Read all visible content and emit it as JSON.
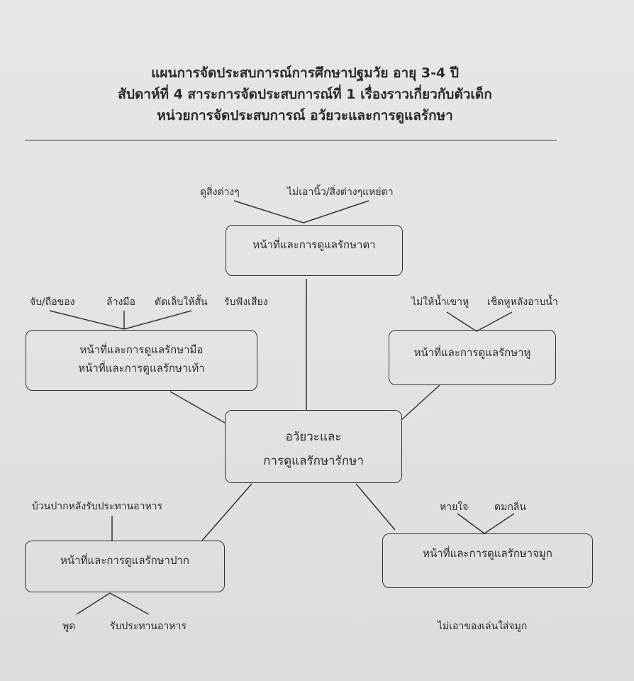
{
  "header": {
    "line1": "แผนการจัดประสบการณ์การศึกษาปฐมวัย  อายุ 3-4 ปี",
    "line2": "สัปดาห์ที่ 4  สาระการจัดประสบการณ์ที่  1  เรื่องราวเกี่ยวกับตัวเด็ก",
    "line3": "หน่วยการจัดประสบการณ์  อวัยวะและการดูแลรักษา"
  },
  "center": {
    "line1": "อวัยวะและ",
    "line2": "การดูแลรักษารักษา"
  },
  "eye": {
    "title": "หน้าที่และการดูแลรักษาตา",
    "items": [
      "ดูสิ่งต่างๆ",
      "ไม่เอานิ้ว/สิ่งต่างๆแหย่ตา"
    ]
  },
  "hand": {
    "title1": "หน้าที่และการดูแลรักษามือ",
    "title2": "หน้าที่และการดูแลรักษาเท้า",
    "items": [
      "จับ/ถือของ",
      "ล้างมือ",
      "ตัดเล็บให้สั้น",
      "รับฟังเสียง"
    ]
  },
  "ear": {
    "title": "หน้าที่และการดูแลรักษาหู",
    "items": [
      "ไม่ให้น้ำเขาหู",
      "เช็ดหูหลังอาบน้ำ"
    ]
  },
  "mouth": {
    "title": "หน้าที่และการดูแลรักษาปาก",
    "top_item": "บ้วนปากหลังรับประทานอาหาร",
    "items": [
      "พูด",
      "รับประทานอาหาร"
    ]
  },
  "nose": {
    "title": "หน้าที่และการดูแลรักษาจมูก",
    "items": [
      "หายใจ",
      "ดมกลิ่น"
    ],
    "bottom_item": "ไม่เอาของเล่นใส่จมูก"
  }
}
